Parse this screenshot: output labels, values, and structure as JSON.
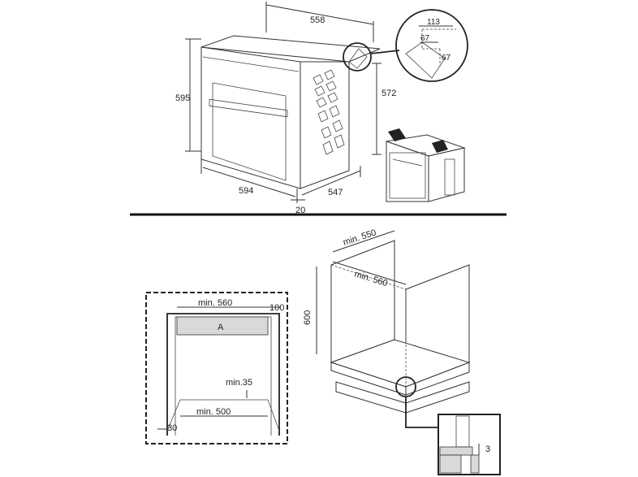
{
  "oven_dimensions": {
    "width_top": "558",
    "height_front": "595",
    "height_side": "572",
    "width_bottom": "594",
    "depth": "547",
    "door_offset": "20"
  },
  "detail_callout": {
    "width": "113",
    "offset_h": "67",
    "offset_v": "67"
  },
  "cabinet": {
    "depth_min": "min. 550",
    "width_min": "min. 560",
    "height": "600",
    "floor_gap": "3"
  },
  "front_plan": {
    "width_min": "min. 560",
    "top_gap": "100",
    "zone_label": "A",
    "vent_min": "min.35",
    "bottom_min": "min. 500",
    "side_gap": "30"
  }
}
